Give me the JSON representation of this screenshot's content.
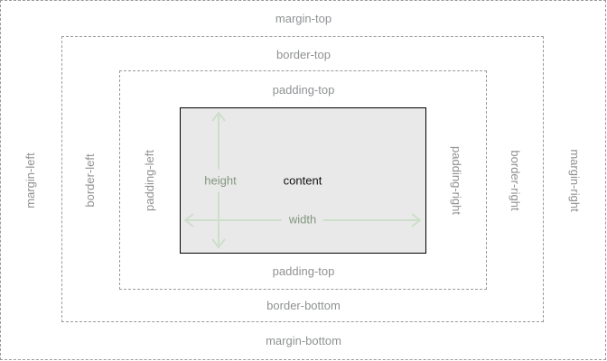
{
  "title": "CSS box model diagram",
  "colors": {
    "background": "#ffffff",
    "dashed_outline": "#9a9a9a",
    "outline_label_text": "#8f9193",
    "content_fill": "#e9e9e9",
    "content_border": "#000000",
    "arrow": "#cddfca",
    "dimension_label_text": "#84977f",
    "content_text": "#111111"
  },
  "labels": {
    "margin": {
      "top": "margin-top",
      "bottom": "margin-bottom",
      "left": "margin-left",
      "right": "margin-right"
    },
    "border": {
      "top": "border-top",
      "bottom": "border-bottom",
      "left": "border-left",
      "right": "border-right"
    },
    "padding": {
      "top": "padding-top",
      "bottom": "padding-top",
      "left": "padding-left",
      "right": "padding-right"
    },
    "content": "content",
    "dimensions": {
      "height": "height",
      "width": "width"
    }
  }
}
